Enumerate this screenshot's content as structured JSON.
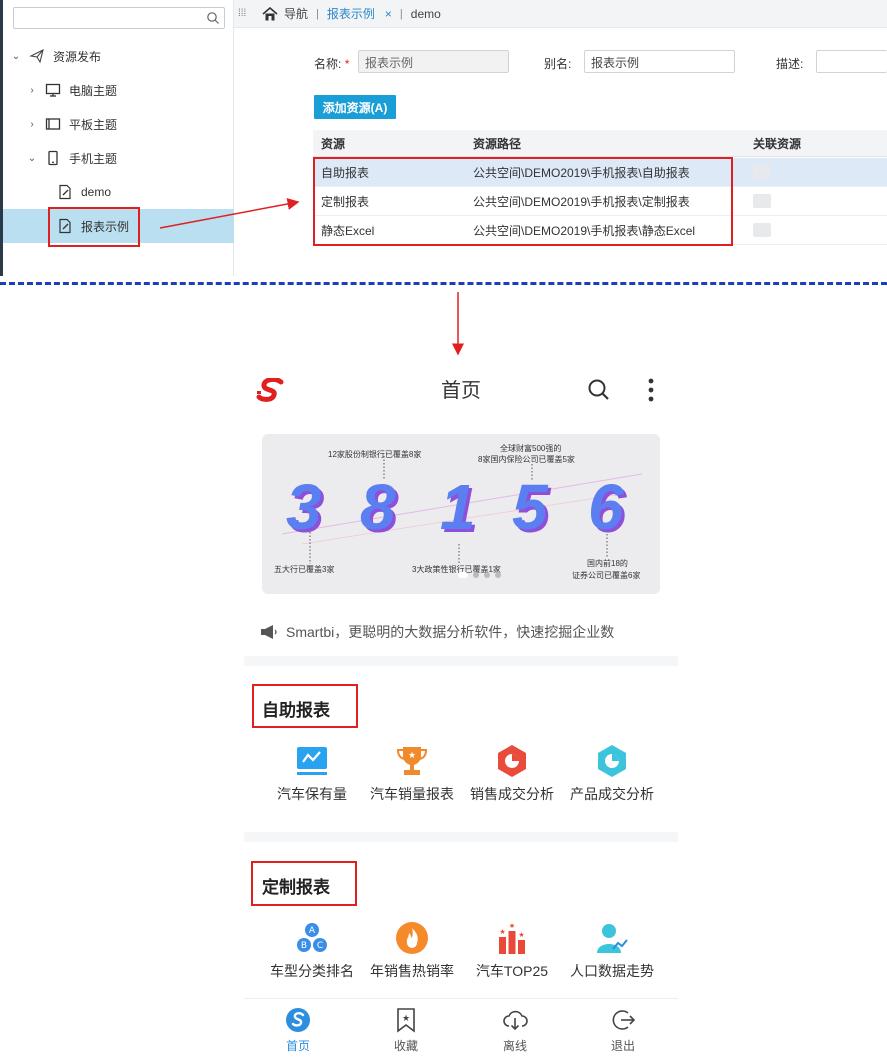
{
  "tree": {
    "search_placeholder": "",
    "items": [
      {
        "label": "资源发布"
      },
      {
        "label": "电脑主题"
      },
      {
        "label": "平板主题"
      },
      {
        "label": "手机主题"
      },
      {
        "label": "demo"
      },
      {
        "label": "报表示例"
      }
    ]
  },
  "navbar": {
    "home_label": "导航",
    "active_tab": "报表示例",
    "close_glyph": "×",
    "other_tab": "demo"
  },
  "form": {
    "name_label": "名称:",
    "name_required": "*",
    "name_value": "报表示例",
    "alias_label": "别名:",
    "alias_value": "报表示例",
    "desc_label": "描述:",
    "desc_value": "",
    "add_button": "添加资源(A)"
  },
  "resources": {
    "headers": [
      "资源",
      "资源路径",
      "关联资源"
    ],
    "rows": [
      {
        "name": "自助报表",
        "path": "公共空间\\DEMO2019\\手机报表\\自助报表"
      },
      {
        "name": "定制报表",
        "path": "公共空间\\DEMO2019\\手机报表\\定制报表"
      },
      {
        "name": "静态Excel",
        "path": "公共空间\\DEMO2019\\手机报表\\静态Excel"
      }
    ]
  },
  "mobile": {
    "title": "首页",
    "banner_labels": [
      "12家股份制银行已覆盖8家",
      "全球财富500强的",
      "8家国内保险公司已覆盖5家",
      "五大行已覆盖3家",
      "3大政策性银行已覆盖1家",
      "国内前18的",
      "证券公司已覆盖6家"
    ],
    "banner_digits": [
      "3",
      "8",
      "1",
      "5",
      "6"
    ],
    "notice": "Smartbi，更聪明的大数据分析软件，快速挖掘企业数",
    "section1": {
      "title": "自助报表",
      "items": [
        "汽车保有量",
        "汽车销量报表",
        "销售成交分析",
        "产品成交分析"
      ]
    },
    "section2": {
      "title": "定制报表",
      "items": [
        "车型分类排名",
        "年销售热销率",
        "汽车TOP25",
        "人口数据走势"
      ]
    },
    "tabs": [
      "首页",
      "收藏",
      "离线",
      "退出"
    ]
  },
  "colors": {
    "accent": "#1a9ed6",
    "highlight_red": "#e02020",
    "separator_blue": "#1a3fbe",
    "selected_row": "#b9dff0",
    "mobile_active": "#2d8ee0"
  }
}
